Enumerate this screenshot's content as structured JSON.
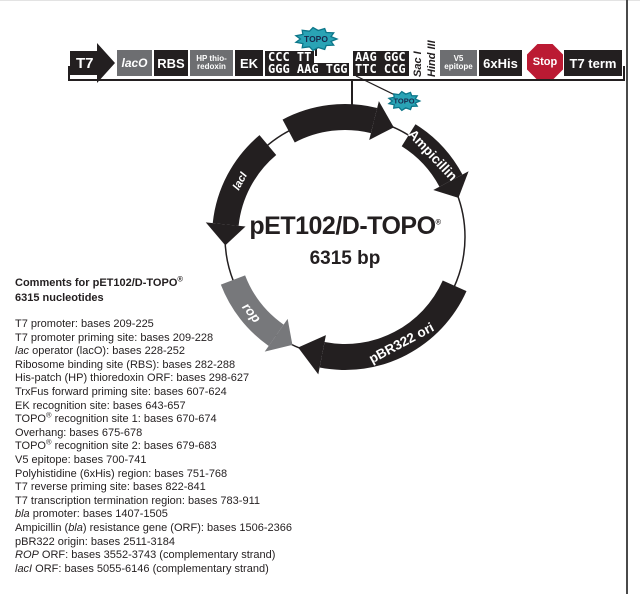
{
  "colors": {
    "box_black": "#231f20",
    "box_gray": "#6d6e71",
    "stop_red": "#bb1a33",
    "arc_black": "#231f20",
    "arc_gray": "#77787b",
    "topo_fill": "#2aa3b5",
    "topo_border": "#0c7689",
    "topo_text": "#18294d",
    "ink": "#231f20"
  },
  "linear_map": {
    "t7_label": "T7",
    "laco_label": "lacO",
    "rbs_label": "RBS",
    "hp_line1": "HP thio-",
    "hp_line2": "redoxin",
    "ek_label": "EK",
    "seq1_top": "CCC TT",
    "seq1_bottom": "GGG AAG TGG",
    "seq2_top": "AAG GGC",
    "seq2_bottom": "TTC CCG",
    "site1": "Sac I",
    "site2": "Hind III",
    "v5_line1": "V5",
    "v5_line2": "epitope",
    "his_label": "6xHis",
    "stop_label": "Stop",
    "t7term_label": "T7 term"
  },
  "topo": {
    "label": "TOPO"
  },
  "plasmid": {
    "title_segments": [
      {
        "t": "pET102/D-TOPO"
      },
      {
        "t": "®",
        "sup": true
      }
    ],
    "size": "6315 bp",
    "features": [
      {
        "name": "expression-cassette",
        "label": "",
        "color": "#231f20",
        "dir": "cw",
        "band": [
          332,
          374
        ],
        "tip": 384,
        "label_angle": 0,
        "label_rotate": 0,
        "label_size": 0
      },
      {
        "name": "ampicillin",
        "label": "Ampicillin",
        "color": "#231f20",
        "dir": "cw",
        "band": [
          32,
          62
        ],
        "tip": 71,
        "label_angle": 47,
        "label_rotate": 47,
        "label_size": 13.5
      },
      {
        "name": "pbr322-ori",
        "label": "pBR322 ori",
        "color": "#231f20",
        "dir": "cw",
        "band": [
          114,
          191
        ],
        "tip": 203,
        "label_angle": 152,
        "label_rotate": -28,
        "label_size": 13.5
      },
      {
        "name": "rop",
        "label": "rop",
        "color": "#77787b",
        "dir": "ccw",
        "band": [
          215,
          249
        ],
        "tip": 206,
        "label_angle": 231,
        "label_rotate": 51,
        "label_size": 13
      },
      {
        "name": "laci",
        "label": "lacI",
        "color": "#231f20",
        "dir": "ccw",
        "band": [
          276,
          320
        ],
        "tip": 266,
        "label_angle": 298,
        "label_rotate": -62,
        "label_size": 11
      }
    ]
  },
  "comments": {
    "header1": [
      {
        "t": "Comments for pET102/D-TOPO"
      },
      {
        "t": "®",
        "sup": true
      }
    ],
    "header2": [
      {
        "t": "6315 nucleotides"
      }
    ],
    "lines": [
      [
        {
          "t": "T7 promoter: bases 209-225"
        }
      ],
      [
        {
          "t": "T7 promoter priming site: bases 209-228"
        }
      ],
      [
        {
          "t": "lac",
          "i": true
        },
        {
          "t": " operator (lacO): bases 228-252"
        }
      ],
      [
        {
          "t": "Ribosome binding site (RBS): bases 282-288"
        }
      ],
      [
        {
          "t": "His-patch (HP) thioredoxin ORF: bases 298-627"
        }
      ],
      [
        {
          "t": "TrxFus forward priming site: bases 607-624"
        }
      ],
      [
        {
          "t": "EK recognition site: bases 643-657"
        }
      ],
      [
        {
          "t": "TOPO"
        },
        {
          "t": "®",
          "sup": true
        },
        {
          "t": " recognition site 1: bases 670-674"
        }
      ],
      [
        {
          "t": "Overhang: bases 675-678"
        }
      ],
      [
        {
          "t": "TOPO"
        },
        {
          "t": "®",
          "sup": true
        },
        {
          "t": " recognition site 2: bases 679-683"
        }
      ],
      [
        {
          "t": "V5 epitope: bases 700-741"
        }
      ],
      [
        {
          "t": "Polyhistidine (6xHis) region: bases 751-768"
        }
      ],
      [
        {
          "t": "T7 reverse priming site: bases 822-841"
        }
      ],
      [
        {
          "t": "T7 transcription termination region: bases 783-911"
        }
      ],
      [
        {
          "t": "bla",
          "i": true
        },
        {
          "t": " promoter: bases 1407-1505"
        }
      ],
      [
        {
          "t": "Ampicillin ("
        },
        {
          "t": "bla",
          "i": true
        },
        {
          "t": ") resistance gene (ORF): bases 1506-2366"
        }
      ],
      [
        {
          "t": "pBR322 origin: bases 2511-3184"
        }
      ],
      [
        {
          "t": "ROP",
          "i": true
        },
        {
          "t": " ORF: bases 3552-3743 (complementary strand)"
        }
      ],
      [
        {
          "t": "lacI",
          "i": true
        },
        {
          "t": " ORF: bases 5055-6146 (complementary strand)"
        }
      ]
    ]
  }
}
